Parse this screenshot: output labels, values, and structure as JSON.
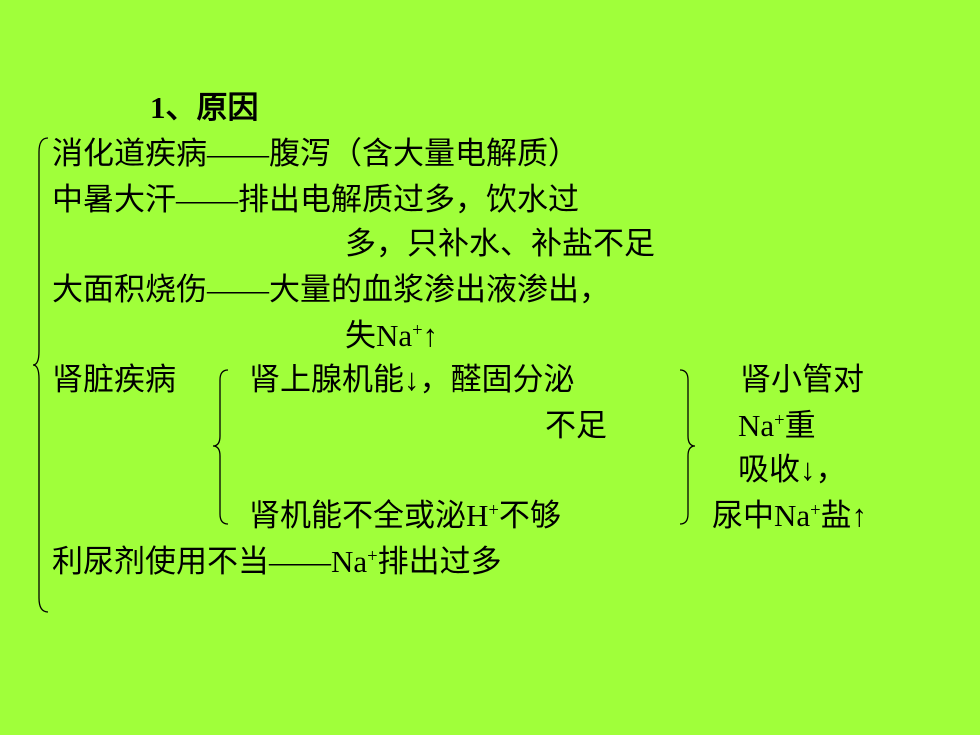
{
  "slide": {
    "background_color": "#a0ff3a",
    "heading": "1、原因",
    "causes": [
      {
        "line1": "消化道疾病——腹泻（含大量电解质）"
      },
      {
        "line1": "中暑大汗——排出电解质过多，饮水过",
        "line2": "多，只补水、补盐不足"
      },
      {
        "line1": "大面积烧伤——大量的血浆渗出液渗出，",
        "line2_text": "失Na",
        "line2_sup": "+",
        "line2_arrow": "↑"
      },
      {
        "label": "肾脏疾病",
        "sub1_line1": "肾上腺机能↓，醛固分泌",
        "sub1_line2": "不足",
        "sub2_text": "肾机能不全或泌H",
        "sub2_sup": "+",
        "sub2_tail": "不够",
        "result_line1": "肾小管对",
        "result_line2_text": "Na",
        "result_line2_sup": "+",
        "result_line2_tail": "重",
        "result_line3": "吸收↓，",
        "result_line4_text": "尿中Na",
        "result_line4_sup": "+",
        "result_line4_tail": "盐↑"
      },
      {
        "line1_text": "利尿剂使用不当——Na",
        "line1_sup": "+",
        "line1_tail": "排出过多"
      }
    ]
  }
}
